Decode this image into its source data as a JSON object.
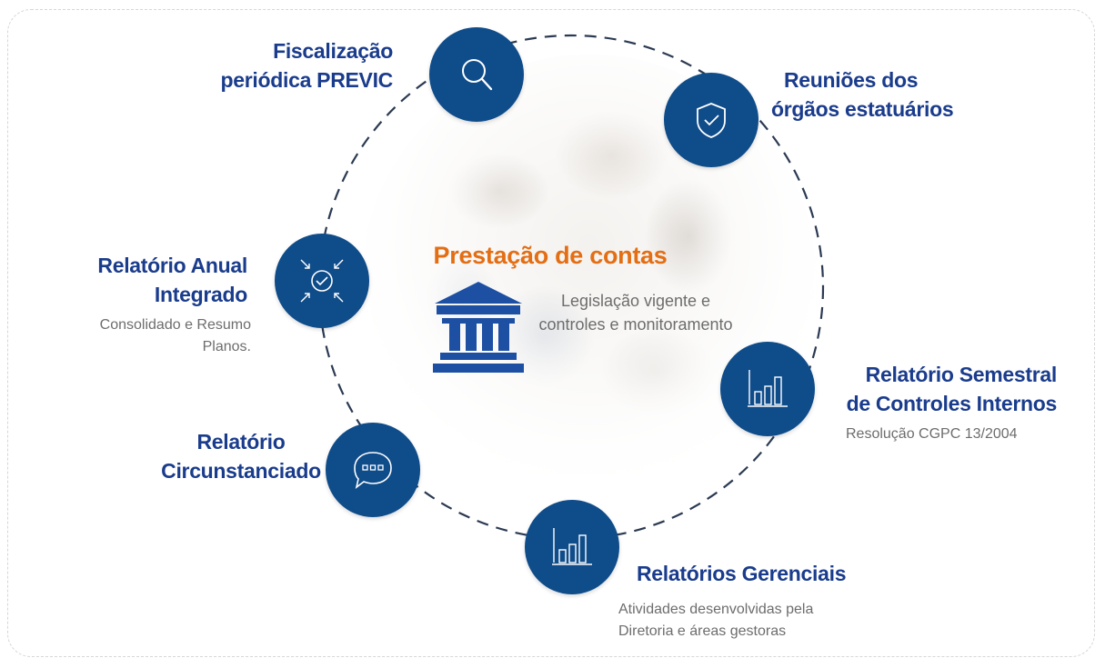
{
  "center": {
    "title": "Prestação de contas",
    "text": "Legislação vigente e controles e monitoramento",
    "icon": "bank-building-icon"
  },
  "nodes": [
    {
      "id": "fiscalizacao",
      "title_lines": [
        "Fiscalização",
        "periódica  PREVIC"
      ],
      "subtitle_lines": [],
      "icon": "magnifier-icon"
    },
    {
      "id": "reunioes",
      "title_lines": [
        "Reuniões dos",
        "órgãos estatuários"
      ],
      "subtitle_lines": [],
      "icon": "shield-check-icon"
    },
    {
      "id": "relatorio-anual",
      "title_lines": [
        "Relatório Anual",
        "Integrado"
      ],
      "subtitle_lines": [
        "Consolidado e Resumo",
        "Planos."
      ],
      "icon": "converge-check-icon"
    },
    {
      "id": "relatorio-semestral",
      "title_lines": [
        "Relatório Semestral",
        "de Controles Internos"
      ],
      "subtitle_lines": [
        "Resolução CGPC 13/2004"
      ],
      "icon": "bar-chart-icon"
    },
    {
      "id": "relatorio-circunstanciado",
      "title_lines": [
        "Relatório",
        "Circunstanciado"
      ],
      "subtitle_lines": [],
      "icon": "speech-bubble-icon"
    },
    {
      "id": "relatorios-gerenciais",
      "title_lines": [
        "Relatórios Gerenciais"
      ],
      "subtitle_lines": [
        "Atividades desenvolvidas pela",
        "Diretoria e áreas gestoras"
      ],
      "icon": "bar-chart-icon"
    }
  ],
  "colors": {
    "node": "#0f4c8a",
    "title": "#1a3c8c",
    "accent": "#e36e14",
    "subtext": "#6d6d6d",
    "ring": "#2b3a52"
  }
}
